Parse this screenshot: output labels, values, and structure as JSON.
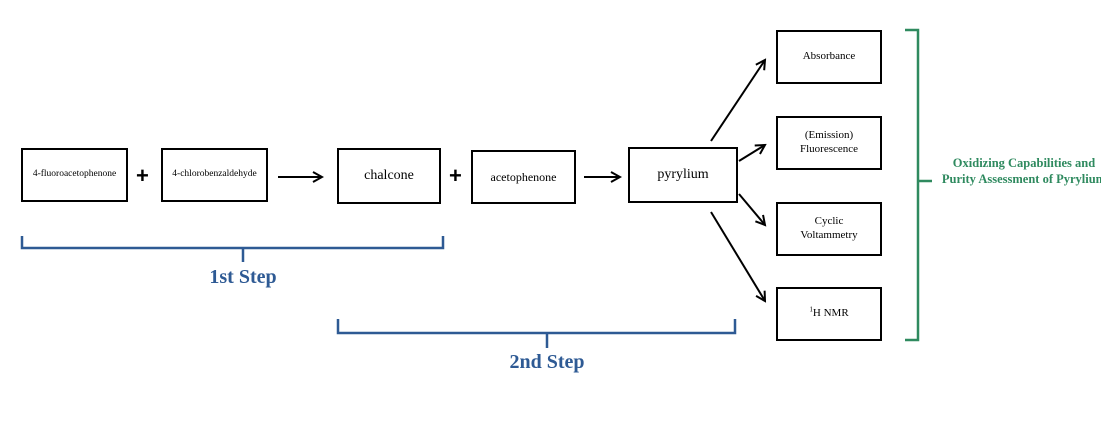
{
  "reactants": {
    "r1": "4-fluoroacetophenone",
    "r2": "4-chlorobenzaldehyde",
    "intermediate": "chalcone",
    "r3": "acetophenone",
    "product": "pyrylium"
  },
  "operators": {
    "plus": "+"
  },
  "analyses": {
    "absorbance": "Absorbance",
    "fluorescence": "(Emission) Fluorescence",
    "voltammetry": "Cyclic Voltammetry",
    "nmr_sup": "1",
    "nmr_text": "H NMR"
  },
  "steps": {
    "step1": "1st Step",
    "step2": "2nd Step"
  },
  "summary": "Oxidizing Capabilities and Purity Assessment of Pyrylium",
  "colors": {
    "step": "#2e5a94",
    "summary": "#2f8a5f"
  }
}
